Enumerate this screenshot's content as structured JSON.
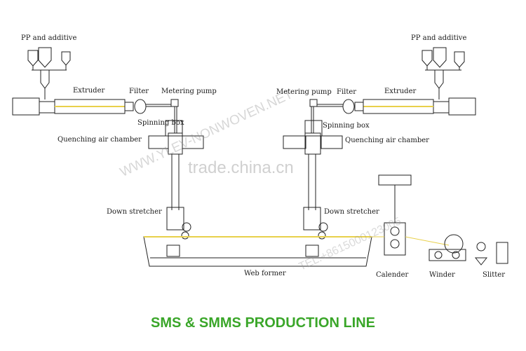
{
  "labels": {
    "pp_left": "PP and additive",
    "pp_right": "PP and additive",
    "extruder_left": "Extruder",
    "extruder_right": "Extruder",
    "filter_left": "Filter",
    "filter_right": "Filter",
    "metering_left": "Metering pump",
    "metering_right": "Metering pump",
    "spinning_left": "Spinning box",
    "spinning_right": "Spinning box",
    "quench_left": "Quenching air chamber",
    "quench_right": "Quenching air chamber",
    "stretcher_left": "Down stretcher",
    "stretcher_right": "Down stretcher",
    "web_former": "Web former",
    "calender": "Calender",
    "winder": "Winder",
    "slitter": "Slitter"
  },
  "watermarks": {
    "site": "WWW.YLEV-NONWOVEN.NET",
    "trade": "trade.china.cn",
    "tel": "TEL:+8615000123005"
  },
  "caption": "SMS & SMMS PRODUCTION LINE",
  "colors": {
    "caption": "#3aa629",
    "line": "#222222",
    "yellow": "#e8d04a"
  }
}
